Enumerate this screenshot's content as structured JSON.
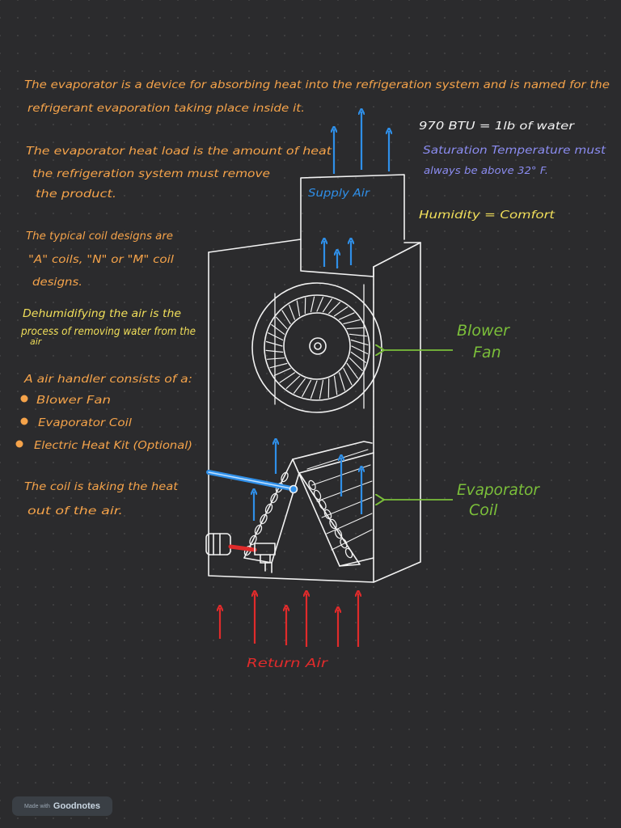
{
  "colors": {
    "orange": "#f5a34a",
    "blue": "#2f8fe8",
    "purple": "#8b8cf0",
    "yellow": "#f1df5a",
    "green": "#7bbf3a",
    "red": "#e02b2b",
    "white": "#f2f2f2"
  },
  "notes": {
    "evaporator_line1": "The evaporator is a device for absorbing heat into the refrigeration system and is named for the",
    "evaporator_line2": "refrigerant evaporation taking place inside it.",
    "heat_load_line1": "The evaporator heat load is the amount of heat",
    "heat_load_line2": "the refrigeration system must remove",
    "heat_load_line3": "the product.",
    "coil_line1": "The typical coil designs are",
    "coil_line2": "\"A\" coils, \"N\" or \"M\" coil",
    "coil_line3": "designs.",
    "dehum_line1": "Dehumidifying the air is the",
    "dehum_line2": "process of removing water from the",
    "dehum_line3": "air",
    "handler_heading": "A air handler consists of a:",
    "handler_items": [
      "Blower Fan",
      "Evaporator Coil",
      "Electric Heat Kit (Optional)"
    ],
    "coil_heat_line1": "The coil is taking the heat",
    "coil_heat_line2": "out of the air."
  },
  "side_notes": {
    "btu": "970 BTU = 1lb of water",
    "saturation_line1": "Saturation Temperature must",
    "saturation_line2": "always be above 32° F.",
    "humidity": "Humidity = Comfort"
  },
  "diagram": {
    "supply_air": "Supply Air",
    "blower_label_line1": "Blower",
    "blower_label_line2": "Fan",
    "evap_label_line1": "Evaporator",
    "evap_label_line2": "Coil",
    "return_air": "Return Air"
  },
  "badge": {
    "made_with": "Made with",
    "brand": "Goodnotes"
  }
}
